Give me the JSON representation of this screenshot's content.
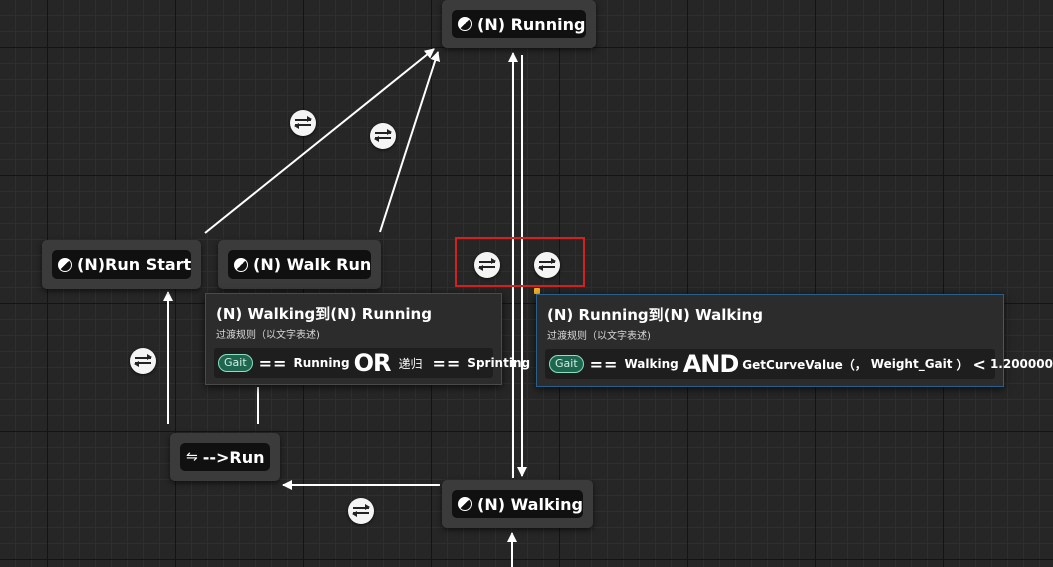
{
  "states": {
    "running": "(N) Running",
    "run_start": "(N)Run Start",
    "walk_run": "(N) Walk Run",
    "walking": "(N) Walking",
    "conduit": "-->Run"
  },
  "icons": {
    "state": "state-half-circle-icon",
    "conduit": "conduit-icon",
    "transition_rule": "transition-rule-icon"
  },
  "colors": {
    "highlight_border": "#d32020",
    "selected_border": "#2a5e8c",
    "variable_pill": "#1e6650"
  },
  "tooltip_left": {
    "title": "(N) Walking到(N) Running",
    "subtitle": "过渡规则（以文字表述)",
    "variable": "Gait",
    "op1": "==",
    "value1": "Running",
    "logic": "OR",
    "value2_label": "递归",
    "op2": "==",
    "value2": "Sprinting"
  },
  "tooltip_right": {
    "title": "(N) Running到(N) Walking",
    "subtitle": "过渡规则（以文字表述)",
    "variable": "Gait",
    "op1": "==",
    "value1": "Walking",
    "logic": "AND",
    "func": "GetCurveValue（，",
    "curve_name": "Weight_Gait",
    "close": "）",
    "op2": "<",
    "threshold": "1.200000"
  }
}
